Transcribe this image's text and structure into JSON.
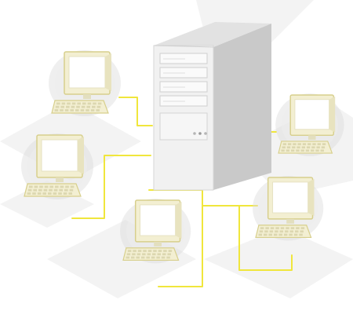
{
  "diagram": {
    "type": "network-topology",
    "topology": "star",
    "hub": {
      "icon": "server-tower-icon",
      "drive_bays": 4,
      "indicator_leds": 3
    },
    "nodes": [
      {
        "id": "workstation-top-left",
        "icon": "desktop-computer-icon"
      },
      {
        "id": "workstation-middle-left",
        "icon": "desktop-computer-icon"
      },
      {
        "id": "workstation-bottom-center",
        "icon": "desktop-computer-icon"
      },
      {
        "id": "workstation-top-right",
        "icon": "desktop-computer-icon"
      },
      {
        "id": "workstation-bottom-right",
        "icon": "desktop-computer-icon"
      }
    ],
    "colors": {
      "cable": "#f0e63c",
      "monitor_bezel": "#f3efd2",
      "monitor_frame": "#d7cf8c",
      "screen": "#ffffff",
      "keyboard": "#f3efd2",
      "keyboard_keys": "#dcd7b0",
      "server_front": "#f1f1f1",
      "server_side": "#c9c9c9",
      "server_top": "#e2e2e2",
      "floor_tile": "#f3f3f3",
      "shadow": "#dcdcdc"
    }
  }
}
